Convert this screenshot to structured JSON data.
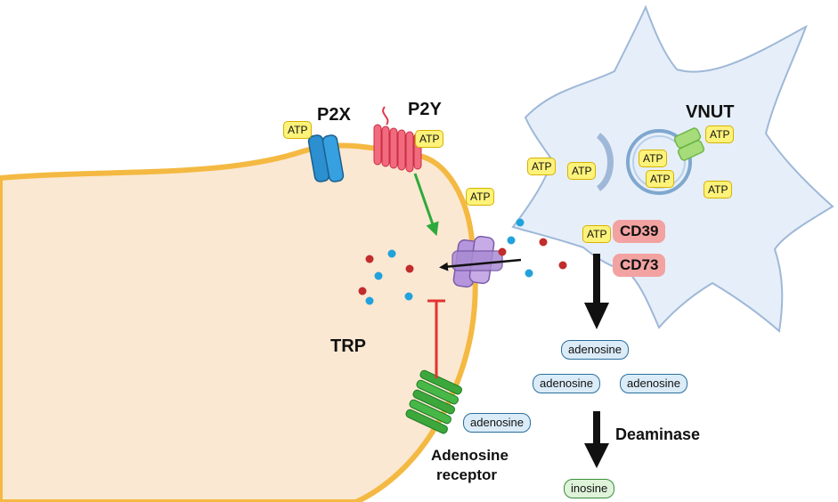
{
  "labels": {
    "p2x": "P2X",
    "p2y": "P2Y",
    "vnut": "VNUT",
    "trp": "TRP",
    "cd39": "CD39",
    "cd73": "CD73",
    "deaminase": "Deaminase",
    "adenosine_receptor_line1": "Adenosine",
    "adenosine_receptor_line2": "receptor"
  },
  "molecules": {
    "atp": "ATP",
    "adenosine": "adenosine",
    "inosine": "inosine"
  },
  "colors": {
    "neuron_fill": "#fbe8d2",
    "neuron_membrane": "#f4b942",
    "glia_fill": "#e6eff9",
    "glia_outline": "#9fb8d8",
    "atp_fill": "#fdf27a",
    "adenosine_fill": "#dbecf8",
    "inosine_fill": "#dff3da",
    "enzyme_fill": "#f3a2a2",
    "activation_arrow": "#2eaa3c",
    "inhibition_line": "#e2342f"
  }
}
